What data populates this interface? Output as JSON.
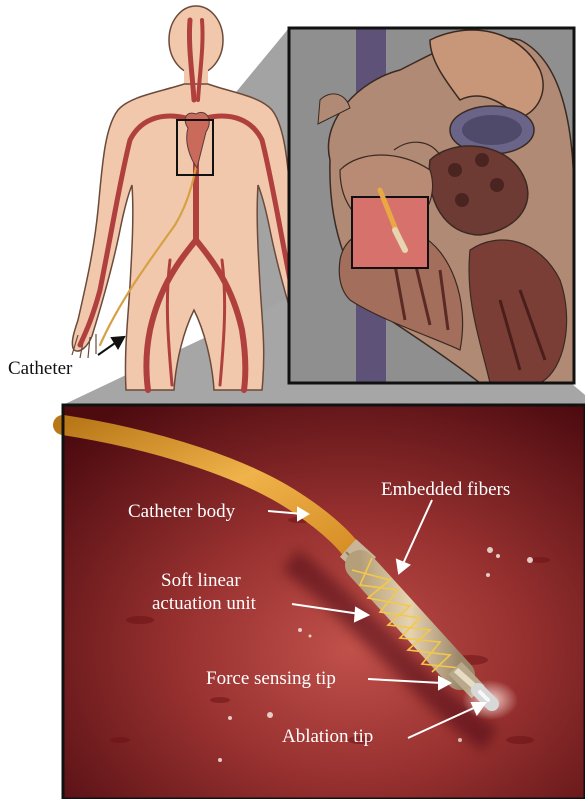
{
  "figure": {
    "labels": {
      "catheter": "Catheter",
      "catheter_body": "Catheter body",
      "embedded_fibers": "Embedded fibers",
      "soft_linear_line1": "Soft linear",
      "soft_linear_line2": "actuation unit",
      "force_sensing_tip": "Force sensing tip",
      "ablation_tip": "Ablation tip"
    },
    "colors": {
      "tissue_dark": "#5a0e12",
      "tissue_mid": "#a8383a",
      "catheter_body": "#e8a33a",
      "fiber": "#f2c94a",
      "skin": "#f1c8ac",
      "artery": "#b0403e",
      "vein_trunk": "#5f5278",
      "zoom_grey": "#9e9e9e"
    }
  }
}
